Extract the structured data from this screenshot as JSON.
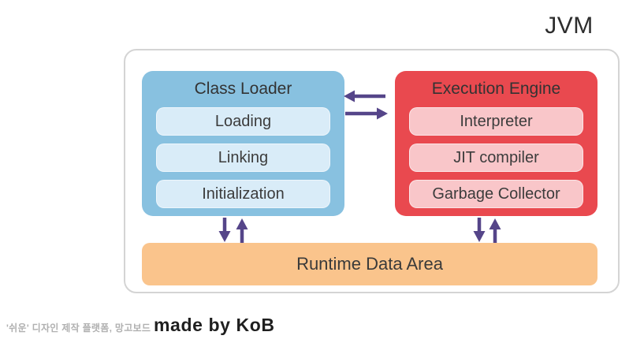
{
  "title": "JVM",
  "diagram": {
    "class_loader": {
      "title": "Class Loader",
      "items": [
        "Loading",
        "Linking",
        "Initialization"
      ]
    },
    "execution_engine": {
      "title": "Execution Engine",
      "items": [
        "Interpreter",
        "JIT compiler",
        "Garbage Collector"
      ]
    },
    "runtime_data_area": {
      "title": "Runtime Data Area"
    }
  },
  "icons": {
    "engine_to_loader_arrow": "←",
    "loader_to_engine_arrow": "→",
    "down_arrow": "↓",
    "up_arrow": "↑"
  },
  "footer": {
    "watermark": "'쉬운' 디자인 제작 플랫폼, 망고보드",
    "credit": "made by KoB"
  },
  "colors": {
    "panel-border": "#d4d4d4",
    "loader-bg": "#88c1e0",
    "loader-item-bg": "#d9ecf8",
    "engine-bg": "#e9494f",
    "engine-item-bg": "#f9c6c9",
    "runtime-bg": "#fac48c",
    "arrow": "#554589",
    "text": "#333333"
  }
}
